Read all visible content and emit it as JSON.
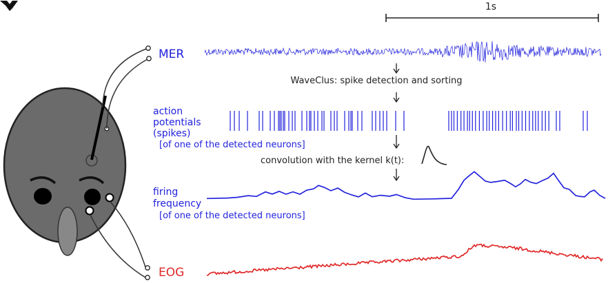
{
  "scale": {
    "label": "1s"
  },
  "labels": {
    "mer": "MER",
    "ap_line1": "action",
    "ap_line2": "potentials",
    "ap_line3": "(spikes)",
    "ap_line4": "[of one of the detected neurons]",
    "ff_line1": "firing",
    "ff_line2": "frequency",
    "ff_line3": "[of one of the detected neurons]",
    "eog": "EOG"
  },
  "steps": {
    "waveclus": "WaveClus: spike detection and sorting",
    "convolution": "convolution with the kernel k(t):"
  },
  "colors": {
    "blue": "#2222dd",
    "red": "#e02828",
    "ink": "#222222",
    "head": "#6b6b6b"
  },
  "icons": {
    "arrow": "down-arrow-icon",
    "kernel": "kernel-curve-icon",
    "electrode": "electrode-icon"
  }
}
